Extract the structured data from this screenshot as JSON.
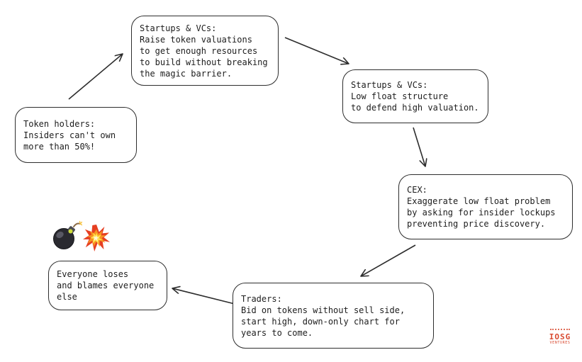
{
  "canvas": {
    "background": "#ffffff",
    "stroke_color": "#2d2d2d",
    "text_color": "#1d1d1d"
  },
  "diagram": {
    "type": "flowchart",
    "nodes": [
      {
        "id": "token-holders",
        "lines": [
          "Token holders:",
          "Insiders can't own",
          "more than 50%!"
        ]
      },
      {
        "id": "startups-raise",
        "lines": [
          "Startups & VCs:",
          "Raise token valuations",
          "to get enough resources",
          "to build without breaking",
          "the magic barrier."
        ]
      },
      {
        "id": "startups-lowfloat",
        "lines": [
          "Startups & VCs:",
          "Low float structure",
          "to defend high valuation."
        ]
      },
      {
        "id": "cex",
        "lines": [
          "CEX:",
          "Exaggerate low float problem",
          "by asking for insider lockups",
          "preventing price discovery."
        ]
      },
      {
        "id": "traders",
        "lines": [
          "Traders:",
          "Bid on tokens without sell side,",
          "start high, down-only chart for",
          "years to come."
        ]
      },
      {
        "id": "everyone-loses",
        "lines": [
          "Everyone loses",
          "and blames everyone",
          "else"
        ]
      }
    ],
    "edges": [
      {
        "from": "token-holders",
        "to": "startups-raise"
      },
      {
        "from": "startups-raise",
        "to": "startups-lowfloat"
      },
      {
        "from": "startups-lowfloat",
        "to": "cex"
      },
      {
        "from": "cex",
        "to": "traders"
      },
      {
        "from": "traders",
        "to": "everyone-loses"
      }
    ],
    "decorations": [
      {
        "name": "bomb-icon"
      },
      {
        "name": "explosion-icon"
      }
    ]
  },
  "logo": {
    "name": "IOSG",
    "subtitle": "VENTURES",
    "color": "#d94a30"
  }
}
